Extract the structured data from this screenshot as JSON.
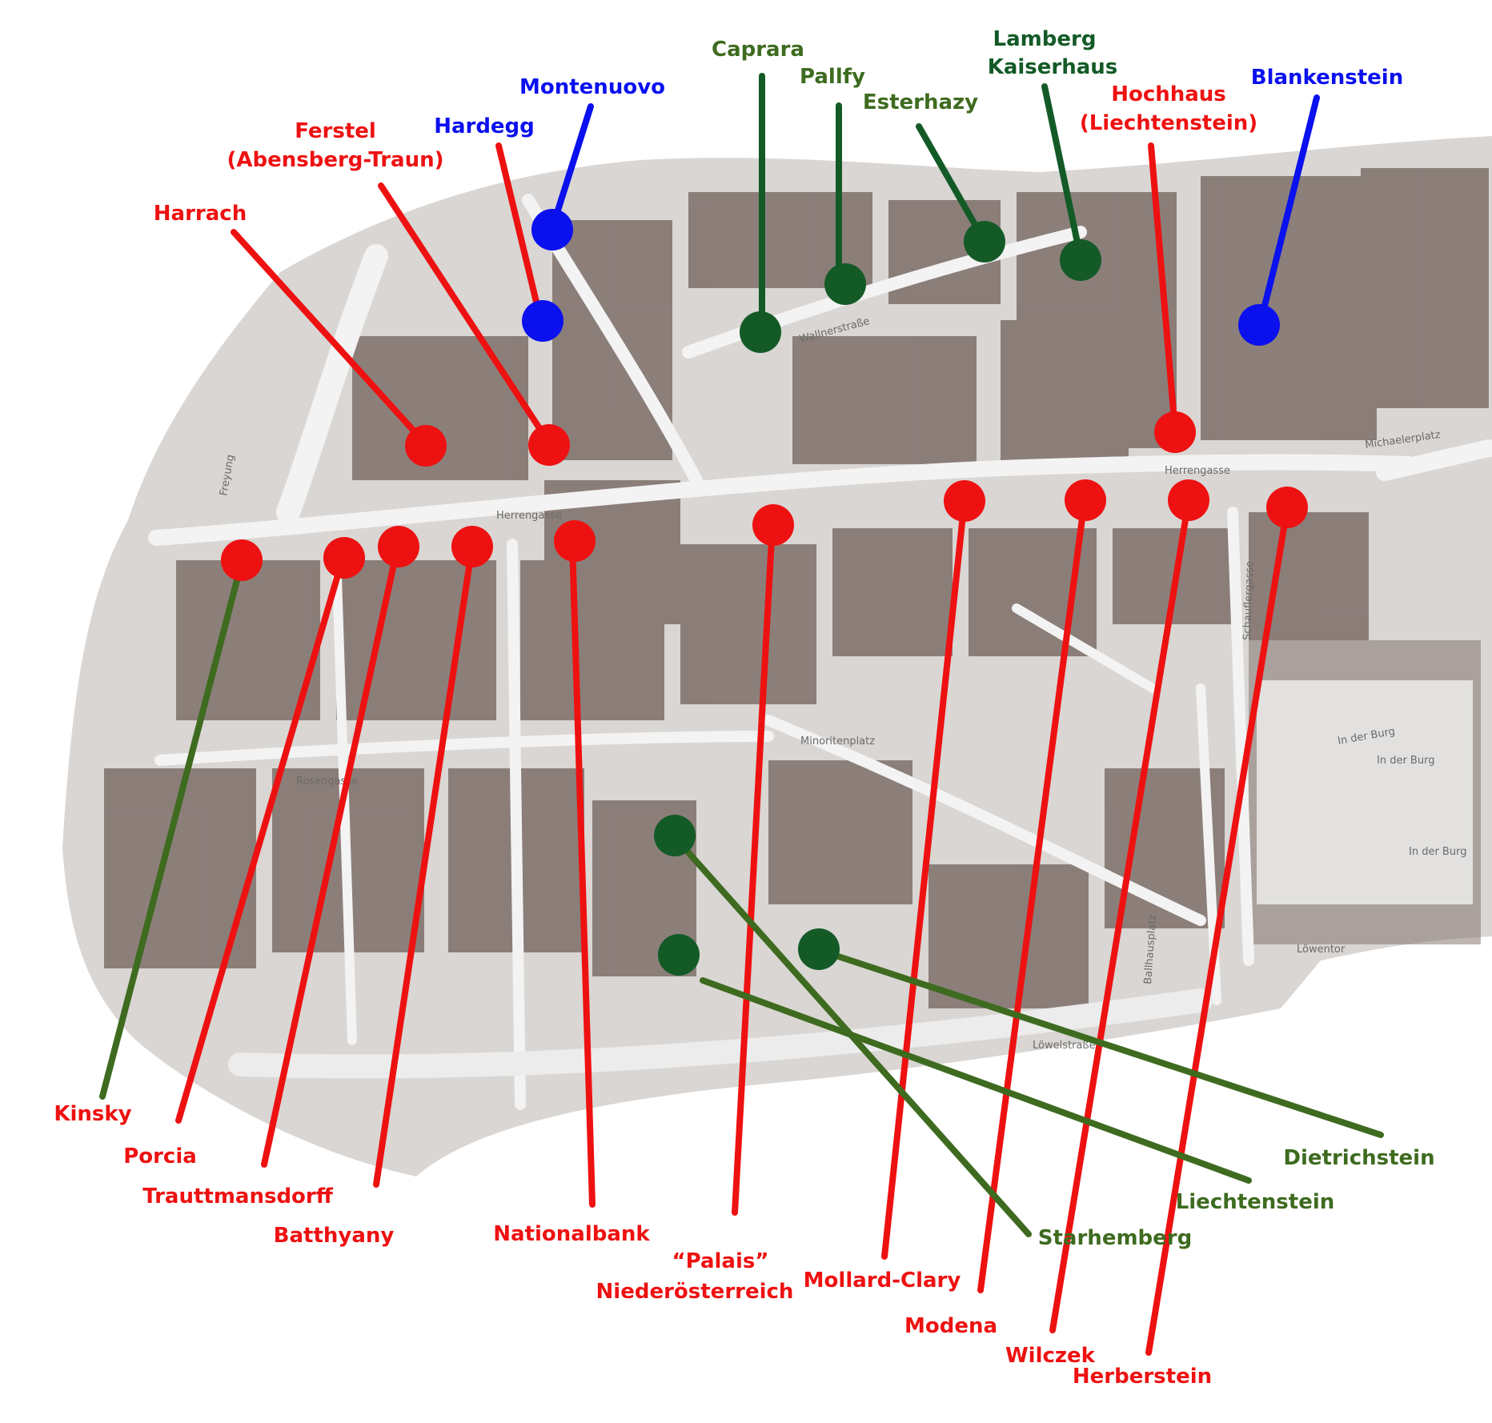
{
  "colors": {
    "red": "#ee1111",
    "green": "#135a27",
    "olive": "#3e6b1f",
    "blue": "#0a10ee",
    "map_bg": "#d9d6d3",
    "block": "#7b6b66",
    "street": "#f3f3f3"
  },
  "street_names": {
    "herrengasse_a": "Herrengasse",
    "herrengasse_b": "Herrengasse",
    "freyung": "Freyung",
    "wallnerstrasse": "Wallnerstraße",
    "in_der_burg_a": "In der Burg",
    "in_der_burg_b": "In der Burg",
    "in_der_burg_c": "In der Burg",
    "michaelerplatz": "Michaelerplatz",
    "rosengasse": "Rosengasse",
    "minoritenplatz": "Minoritenplatz",
    "ballhausplatz": "Ballhausplatz",
    "loewelstrasse": "Löwelstraße",
    "schauflergasse": "Schauflergasse",
    "loewentor": "Löwentor"
  },
  "labels": {
    "caprara": "Caprara",
    "pallfy": "Pallfy",
    "esterhazy": "Esterhazy",
    "lamberg_1": "Lamberg",
    "lamberg_2": "Kaiserhaus",
    "blankenstein": "Blankenstein",
    "montenuovo": "Montenuovo",
    "hardegg": "Hardegg",
    "ferstel_1": "Ferstel",
    "ferstel_2": "(Abensberg-Traun)",
    "hochhaus_1": "Hochhaus",
    "hochhaus_2": "(Liechtenstein)",
    "harrach": "Harrach",
    "kinsky": "Kinsky",
    "porcia": "Porcia",
    "trauttmansdorff": "Trauttmansdorff",
    "batthyany": "Batthyany",
    "nationalbank": "Nationalbank",
    "palais_1": "“Palais”",
    "palais_2": "Niederösterreich",
    "mollard": "Mollard-Clary",
    "modena": "Modena",
    "wilczek": "Wilczek",
    "herberstein": "Herberstein",
    "starhemberg": "Starhemberg",
    "liechtenstein": "Liechtenstein",
    "dietrichstein": "Dietrichstein"
  }
}
